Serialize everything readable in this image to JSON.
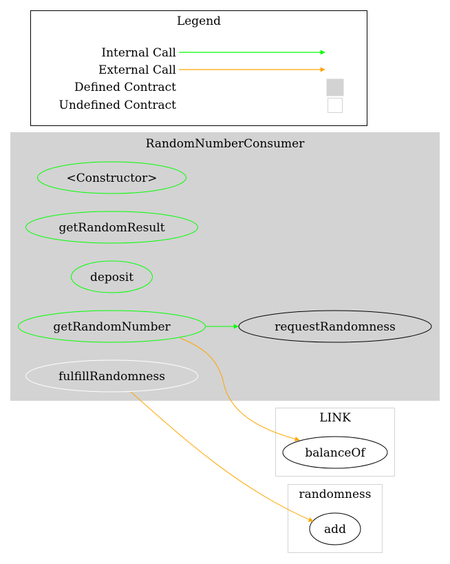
{
  "legend": {
    "title": "Legend",
    "items": [
      {
        "label": "Internal Call",
        "kind": "arrow",
        "color": "#00ff00"
      },
      {
        "label": "External Call",
        "kind": "arrow",
        "color": "#ffa500"
      },
      {
        "label": "Defined Contract",
        "kind": "box-filled",
        "color": "#d3d3d3"
      },
      {
        "label": "Undefined Contract",
        "kind": "box-outline",
        "color": "#d3d3d3"
      }
    ]
  },
  "clusters": {
    "consumer": {
      "title": "RandomNumberConsumer",
      "fill": "#d3d3d3",
      "nodes": {
        "constructor": "<Constructor>",
        "get_random_result": "getRandomResult",
        "deposit": "deposit",
        "get_random_number": "getRandomNumber",
        "fulfill_randomness": "fulfillRandomness",
        "request_randomness": "requestRandomness"
      }
    },
    "link": {
      "title": "LINK",
      "nodes": {
        "balance_of": "balanceOf"
      }
    },
    "randomness": {
      "title": "randomness",
      "nodes": {
        "add": "add"
      }
    }
  },
  "edges": [
    {
      "from": "getRandomNumber",
      "to": "requestRandomness",
      "type": "internal",
      "color": "#00ff00"
    },
    {
      "from": "getRandomNumber",
      "to": "balanceOf",
      "type": "external",
      "color": "#ffa500"
    },
    {
      "from": "fulfillRandomness",
      "to": "add",
      "type": "external",
      "color": "#ffa500"
    }
  ],
  "colors": {
    "internal_node_stroke": "#00ff00",
    "internal_only_node_stroke": "#ffffff",
    "external_node_stroke": "#000000",
    "undefined_box_stroke": "#d3d3d3"
  }
}
